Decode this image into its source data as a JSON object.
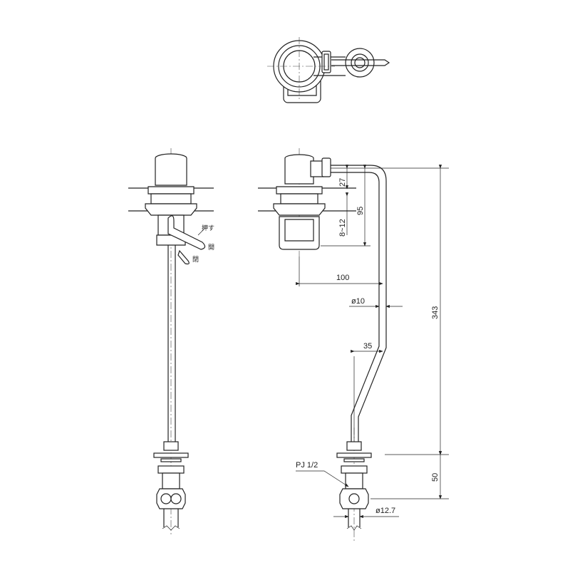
{
  "labels": {
    "push": "押す",
    "open": "開",
    "close": "閉"
  },
  "dimensions": {
    "d27": "27",
    "d95": "95",
    "d8_12": "8~12",
    "d100": "100",
    "dia10": "ø10",
    "d35": "35",
    "d343": "343",
    "d50": "50",
    "thread": "PJ 1/2",
    "dia12_7": "ø12.7"
  }
}
